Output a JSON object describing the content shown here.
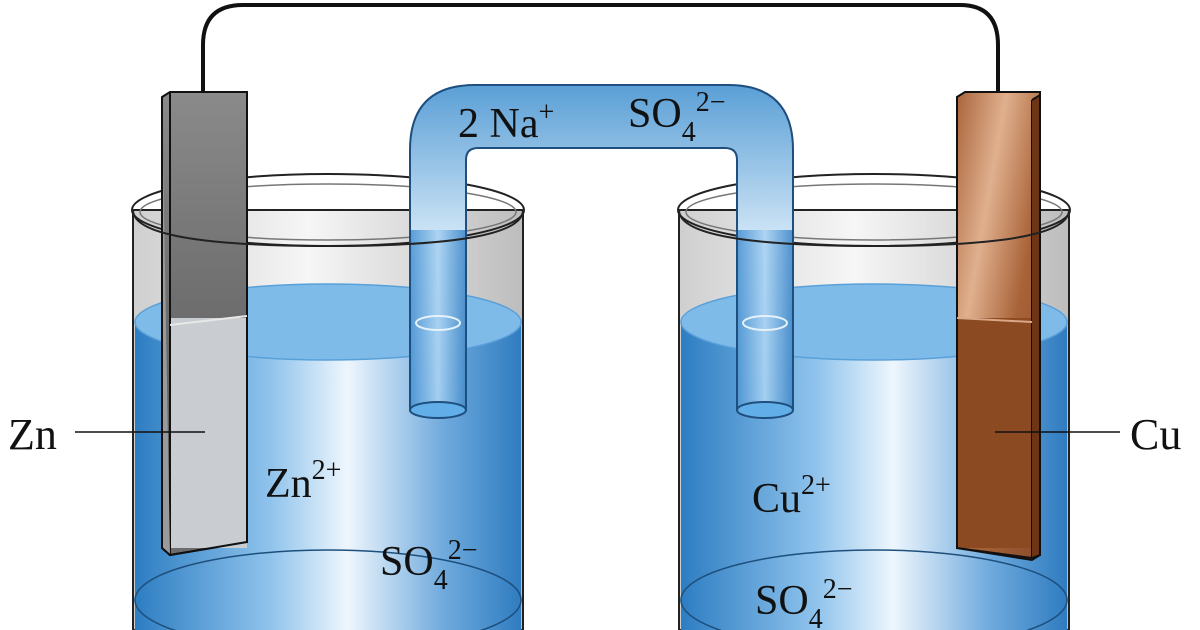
{
  "labels": {
    "left_electrode": "Zn",
    "right_electrode": "Cu"
  },
  "ions": {
    "salt_bridge_cation_coef": "2",
    "salt_bridge_cation": "Na",
    "salt_bridge_cation_charge": "+",
    "salt_bridge_anion": "SO",
    "salt_bridge_anion_sub": "4",
    "salt_bridge_anion_charge": "2−",
    "left_cation": "Zn",
    "left_cation_charge": "2+",
    "left_anion": "SO",
    "left_anion_sub": "4",
    "left_anion_charge": "2−",
    "right_cation": "Cu",
    "right_cation_charge": "2+",
    "right_anion": "SO",
    "right_anion_sub": "4",
    "right_anion_charge": "2−"
  },
  "colors": {
    "solution": "#3f8fcf",
    "solution_light": "#dcecfa",
    "zinc": "#c9cdd1",
    "copper": "#8b4a22",
    "wire": "#111111",
    "glass": "#e4e4e4"
  }
}
